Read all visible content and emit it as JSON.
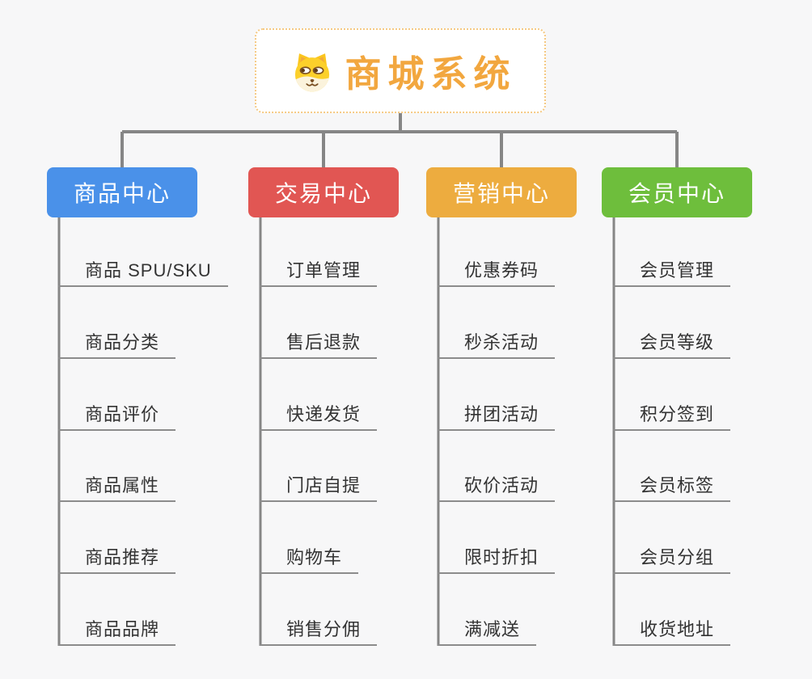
{
  "root": {
    "title": "商城系统",
    "icon": "dog-face-icon",
    "text_color": "#f2a73f",
    "border_color": "#f5c983",
    "background": "#ffffff"
  },
  "connector_color": "#868686",
  "leaf_underline_color": "#8c8c8c",
  "leaf_text_color": "#333333",
  "branches": [
    {
      "label": "商品中心",
      "color": "#4a91e9",
      "items": [
        "商品 SPU/SKU",
        "商品分类",
        "商品评价",
        "商品属性",
        "商品推荐",
        "商品品牌"
      ]
    },
    {
      "label": "交易中心",
      "color": "#e15653",
      "items": [
        "订单管理",
        "售后退款",
        "快递发货",
        "门店自提",
        "购物车",
        "销售分佣"
      ]
    },
    {
      "label": "营销中心",
      "color": "#edac3f",
      "items": [
        "优惠券码",
        "秒杀活动",
        "拼团活动",
        "砍价活动",
        "限时折扣",
        "满减送"
      ]
    },
    {
      "label": "会员中心",
      "color": "#6ebe3c",
      "items": [
        "会员管理",
        "会员等级",
        "积分签到",
        "会员标签",
        "会员分组",
        "收货地址"
      ]
    }
  ]
}
